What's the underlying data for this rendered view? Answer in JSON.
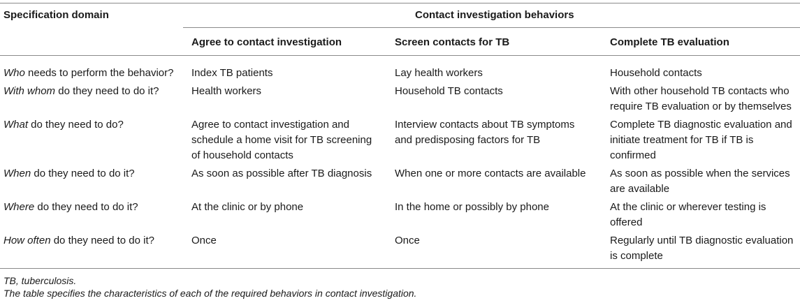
{
  "header": {
    "domain_label": "Specification domain",
    "group_label": "Contact investigation behaviors",
    "columns": [
      "Agree to contact investigation",
      "Screen contacts for TB",
      "Complete TB evaluation"
    ]
  },
  "rows": [
    {
      "question_italic": "Who",
      "question_rest": " needs to perform the behavior?",
      "cells": [
        [
          "Index TB patients"
        ],
        [
          "Lay health workers"
        ],
        [
          "Household contacts"
        ]
      ]
    },
    {
      "question_italic": "With whom",
      "question_rest": " do they need to do it?",
      "cells": [
        [
          "Health workers"
        ],
        [
          "Household TB contacts"
        ],
        [
          "With other household TB contacts who",
          "require TB evaluation or by themselves"
        ]
      ]
    },
    {
      "question_italic": "What",
      "question_rest": " do they need to do?",
      "cells": [
        [
          "Agree to contact investigation and",
          "schedule a home visit for TB screening",
          "of household contacts"
        ],
        [
          "Interview contacts about TB symptoms",
          "and predisposing factors for TB"
        ],
        [
          "Complete TB diagnostic evaluation and",
          "initiate treatment for TB if TB is",
          "confirmed"
        ]
      ]
    },
    {
      "question_italic": "When",
      "question_rest": " do they need to do it?",
      "cells": [
        [
          "As soon as possible after TB diagnosis"
        ],
        [
          "When one or more contacts are available"
        ],
        [
          "As soon as possible when the services",
          "are available"
        ]
      ]
    },
    {
      "question_italic": "Where",
      "question_rest": " do they need to do it?",
      "cells": [
        [
          "At the clinic or by phone"
        ],
        [
          "In the home or possibly by phone"
        ],
        [
          "At the clinic or wherever testing is",
          "offered"
        ]
      ]
    },
    {
      "question_italic": "How often",
      "question_rest": " do they need to do it?",
      "cells": [
        [
          "Once"
        ],
        [
          "Once"
        ],
        [
          "Regularly until TB diagnostic evaluation",
          "is complete"
        ]
      ]
    }
  ],
  "footnotes": {
    "abbreviation": "TB, tuberculosis.",
    "note": "The table specifies the characteristics of each of the required behaviors in contact investigation."
  }
}
